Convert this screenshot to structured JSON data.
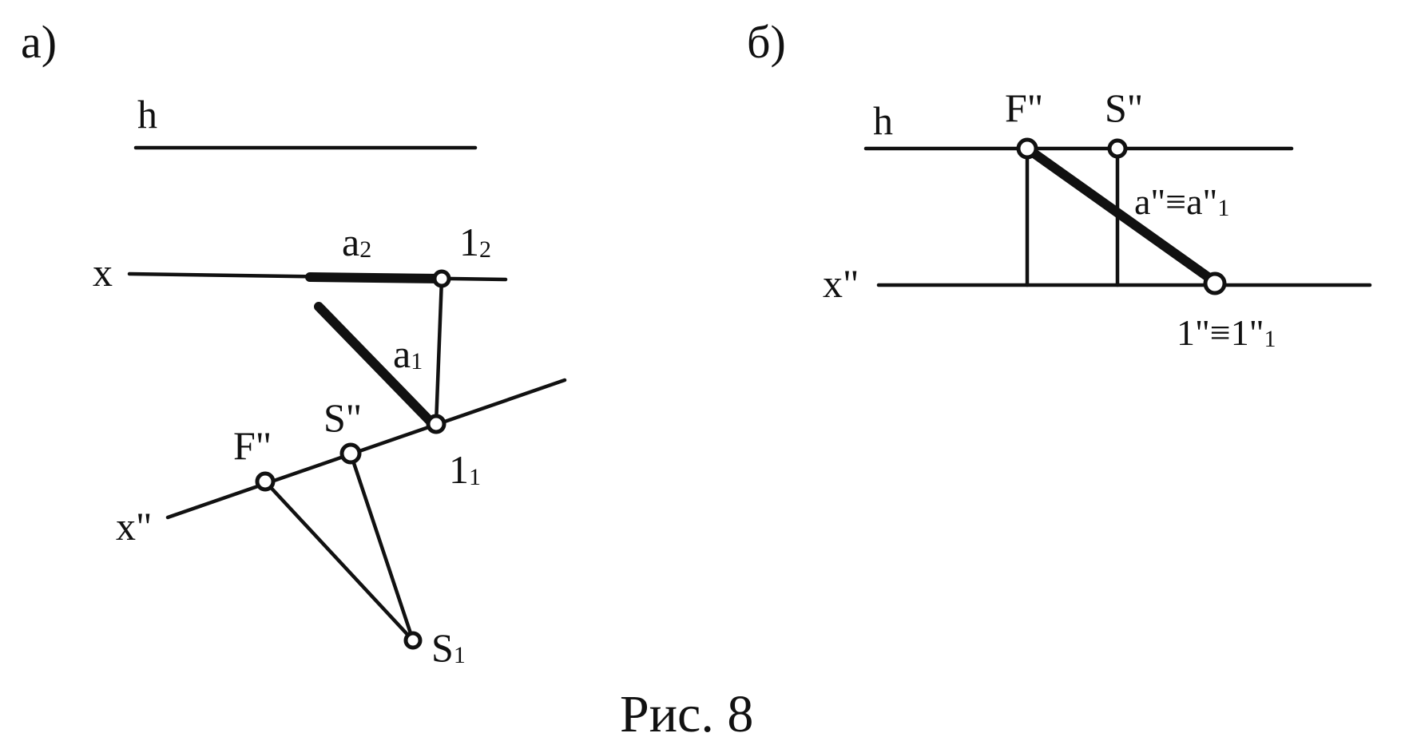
{
  "panel_a": {
    "label": "а)",
    "h": "h",
    "x": "x",
    "x2": "x\"",
    "a2_main": "a",
    "a2_sub": "2",
    "p12_main": "1",
    "p12_sub": "2",
    "a1_main": "a",
    "a1_sub": "1",
    "p11_main": "1",
    "p11_sub": "1",
    "F": "F\"",
    "S": "S\"",
    "S1_main": "S",
    "S1_sub": "1"
  },
  "panel_b": {
    "label": "б)",
    "h": "h",
    "x2": "x\"",
    "F": "F\"",
    "S": "S\"",
    "a_main": "a\"≡a\"",
    "a_sub": "1",
    "p1_main": "1\"≡1\"",
    "p1_sub": "1"
  },
  "caption": "Рис. 8"
}
